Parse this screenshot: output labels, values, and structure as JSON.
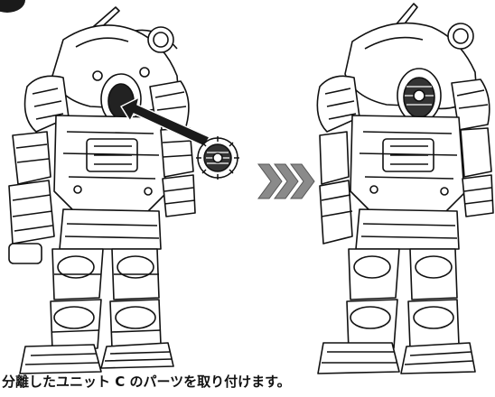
{
  "instruction": {
    "caption": "分離したユニット C のパーツを取り付けます。"
  },
  "icons": {
    "step_badge": "step-number-badge",
    "insert_arrow": "insert-direction-arrow",
    "transition_arrows": "triple-chevron-arrow-icon"
  },
  "colors": {
    "ink": "#111111",
    "arrow_fill": "#1a1a1a",
    "chevron_fill": "#8a8a8a"
  }
}
